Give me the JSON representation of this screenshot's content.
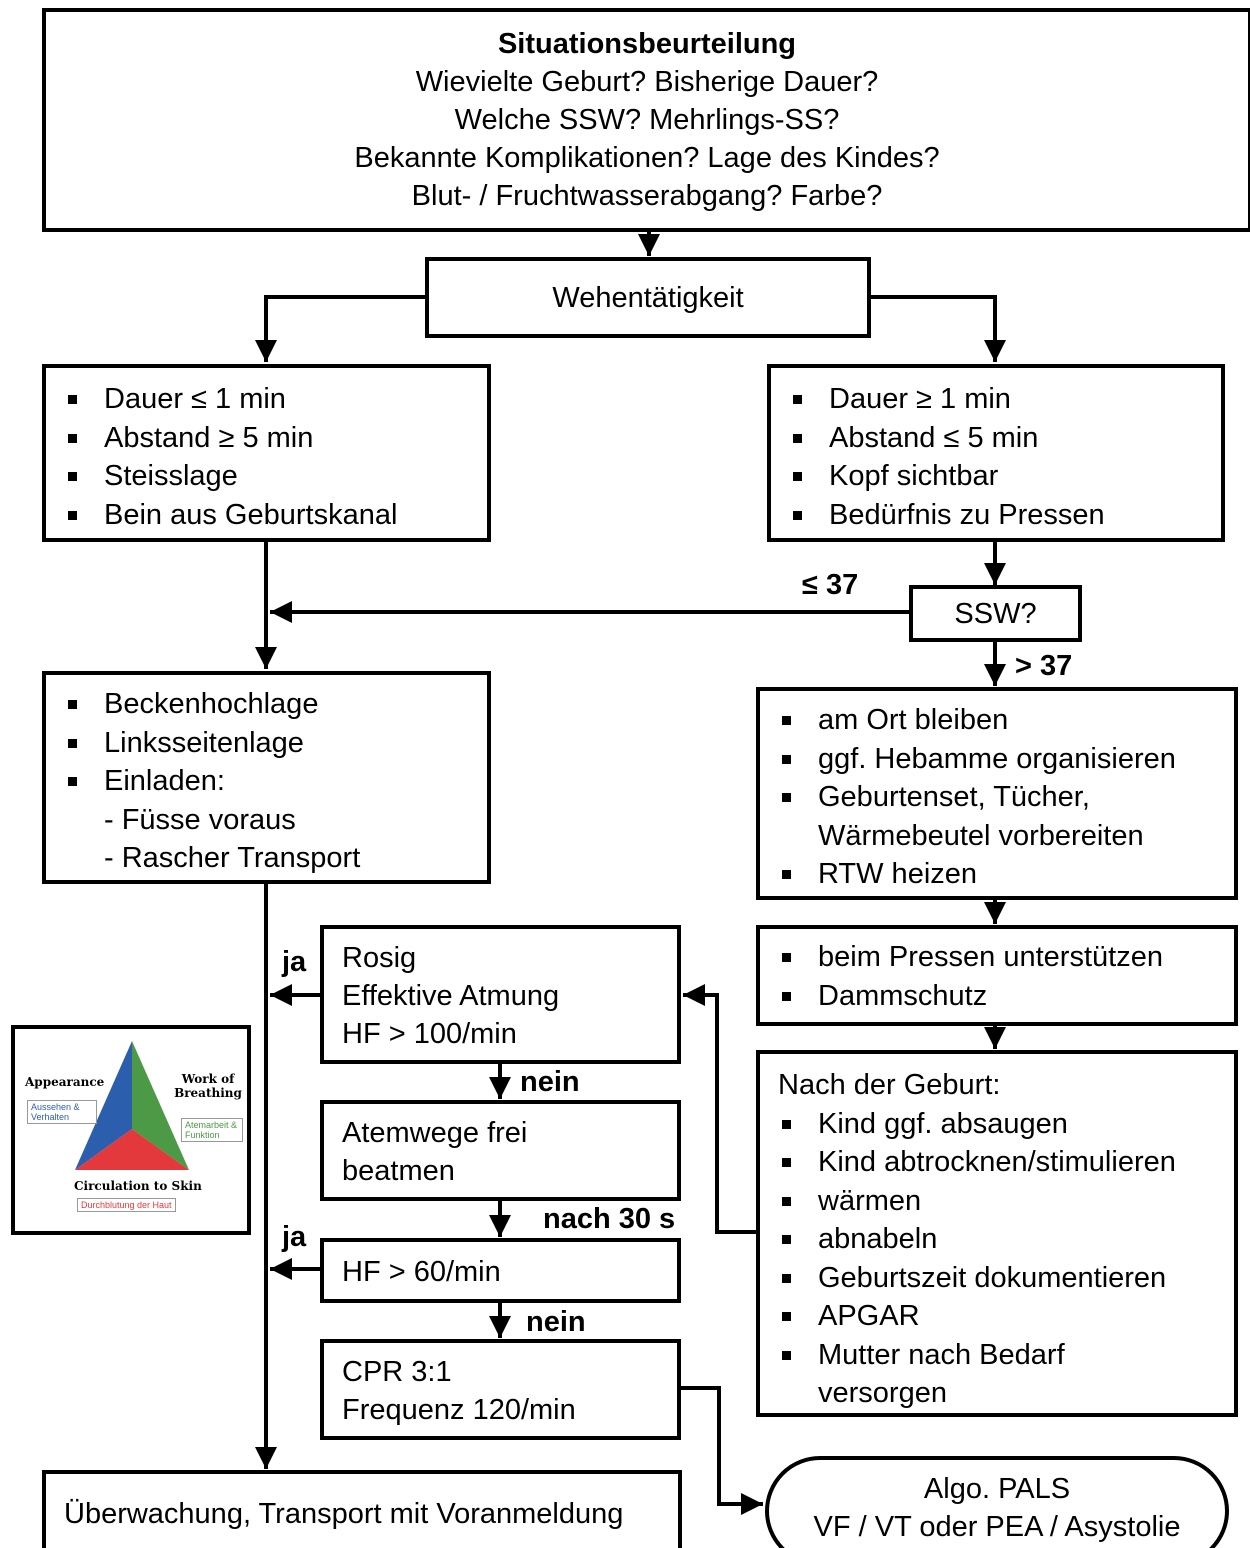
{
  "situation": {
    "title": "Situationsbeurteilung",
    "lines": [
      "Wievielte Geburt? Bisherige Dauer?",
      "Welche SSW? Mehrlings-SS?",
      "Bekannte Komplikationen? Lage des Kindes?",
      "Blut- / Fruchtwasserabgang? Farbe?"
    ]
  },
  "wehen": {
    "label": "Wehentätigkeit"
  },
  "left_criteria": [
    "Dauer ≤ 1 min",
    "Abstand ≥ 5 min",
    "Steisslage",
    "Bein aus Geburtskanal"
  ],
  "right_criteria": [
    "Dauer ≥ 1 min",
    "Abstand ≤ 5 min",
    "Kopf sichtbar",
    "Bedürfnis zu Pressen"
  ],
  "ssw": {
    "label": "SSW?",
    "le37": "≤ 37",
    "gt37": "> 37"
  },
  "left_actions": {
    "items": [
      "Beckenhochlage",
      "Linksseitenlage",
      "Einladen:"
    ],
    "sub": [
      "- Füsse voraus",
      "- Rascher Transport"
    ]
  },
  "stay": {
    "items": [
      "am Ort bleiben",
      "ggf. Hebamme organisieren",
      "Geburtenset, Tücher,"
    ],
    "continuation": "Wärmebeutel vorbereiten",
    "last": "RTW heizen"
  },
  "press": [
    "beim Pressen unterstützen",
    "Dammschutz"
  ],
  "after_birth": {
    "title": "Nach der Geburt:",
    "items": [
      "Kind ggf. absaugen",
      "Kind abtrocknen/stimulieren",
      "wärmen",
      "abnabeln",
      "Geburtszeit dokumentieren",
      "APGAR",
      "Mutter nach Bedarf"
    ],
    "continuation": "versorgen"
  },
  "rosig": [
    "Rosig",
    "Effektive Atmung",
    "HF > 100/min"
  ],
  "airway": [
    "Atemwege frei",
    "beatmen"
  ],
  "hf60": "HF > 60/min",
  "cpr": [
    "CPR 3:1",
    "Frequenz 120/min"
  ],
  "labels": {
    "ja1": "ja",
    "nein1": "nein",
    "nach30": "nach 30 s",
    "ja2": "ja",
    "nein2": "nein"
  },
  "transport": "Überwachung, Transport mit Voranmeldung",
  "pals": [
    "Algo. PALS",
    "VF / VT oder PEA / Asystolie"
  ],
  "pat": {
    "appearance": "Appearance",
    "appearance_de": "Aussehen & Verhalten",
    "work": "Work of Breathing",
    "work_de": "Atemarbeit & Funktion",
    "circ": "Circulation to Skin",
    "circ_de": "Durchblutung der Haut",
    "colors": {
      "appearance": "#2b5fad",
      "work": "#4c9a45",
      "circulation": "#e3393c"
    }
  }
}
